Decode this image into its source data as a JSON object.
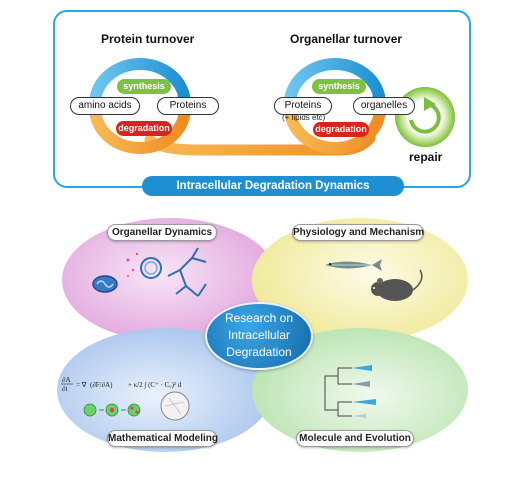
{
  "top_panel": {
    "protein_turnover_title": "Protein turnover",
    "organellar_turnover_title": "Organellar turnover",
    "protein_cycle": {
      "synthesis": "synthesis",
      "amino_acids": "amino acids",
      "proteins": "Proteins",
      "degradation": "degradation"
    },
    "organelle_cycle": {
      "synthesis": "synthesis",
      "proteins": "Proteins",
      "lipids_note": "(+ lipids etc)",
      "organelles": "organelles",
      "degradation": "degradation"
    },
    "repair": "repair",
    "banner": "Intracellular Degradation Dynamics"
  },
  "venn": {
    "center_lines": [
      "Research on",
      "Intracellular",
      "Degradation"
    ],
    "top_left": "Organellar Dynamics",
    "top_right": "Physiology and Mechanism",
    "bottom_left": "Mathematical Modeling",
    "bottom_right": "Molecule and Evolution"
  },
  "colors": {
    "panel_border": "#29a7df",
    "cycle_blue": "#29a7df",
    "cycle_orange": "#f5a23a",
    "synthesis_green": "#7cc242",
    "degradation_red": "#d9231f",
    "repair_green": "#8cc63f",
    "ellipse_pink": "#e6a8e0",
    "ellipse_yellow": "#f4f0a0",
    "ellipse_blue": "#a9c8ee",
    "ellipse_green": "#bfe6b6"
  }
}
